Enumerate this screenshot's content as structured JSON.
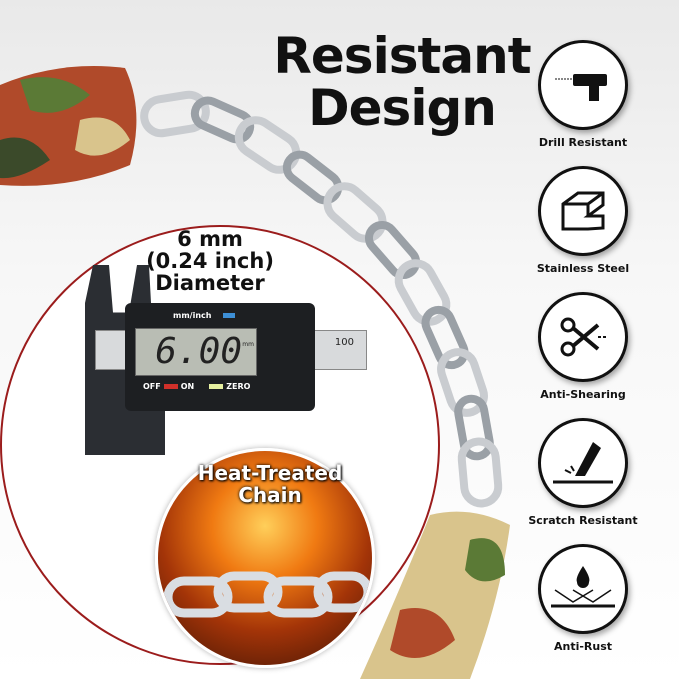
{
  "headline": {
    "line1": "Resistant",
    "line2": "Design"
  },
  "measurement": {
    "line1": "6 mm",
    "line2": "(0.24 inch)",
    "line3": "Diameter"
  },
  "caliper": {
    "unit_label": "mm/inch",
    "reading": "6.00",
    "reading_unit": "mm",
    "off_label": "OFF",
    "on_label": "ON",
    "zero_label": "ZERO",
    "scale_label": "100"
  },
  "heat_badge": {
    "line1": "Heat-Treated",
    "line2": "Chain"
  },
  "features": [
    {
      "label": "Drill Resistant",
      "icon": "drill-icon"
    },
    {
      "label": "Stainless Steel",
      "icon": "steel-profile-icon"
    },
    {
      "label": "Anti-Shearing",
      "icon": "scissors-icon"
    },
    {
      "label": "Scratch Resistant",
      "icon": "knife-scratch-icon"
    },
    {
      "label": "Anti-Rust",
      "icon": "water-drop-icon"
    }
  ],
  "colors": {
    "accent_ring": "#9b1c1c",
    "chain": "#c9ccd0",
    "text": "#111111"
  }
}
